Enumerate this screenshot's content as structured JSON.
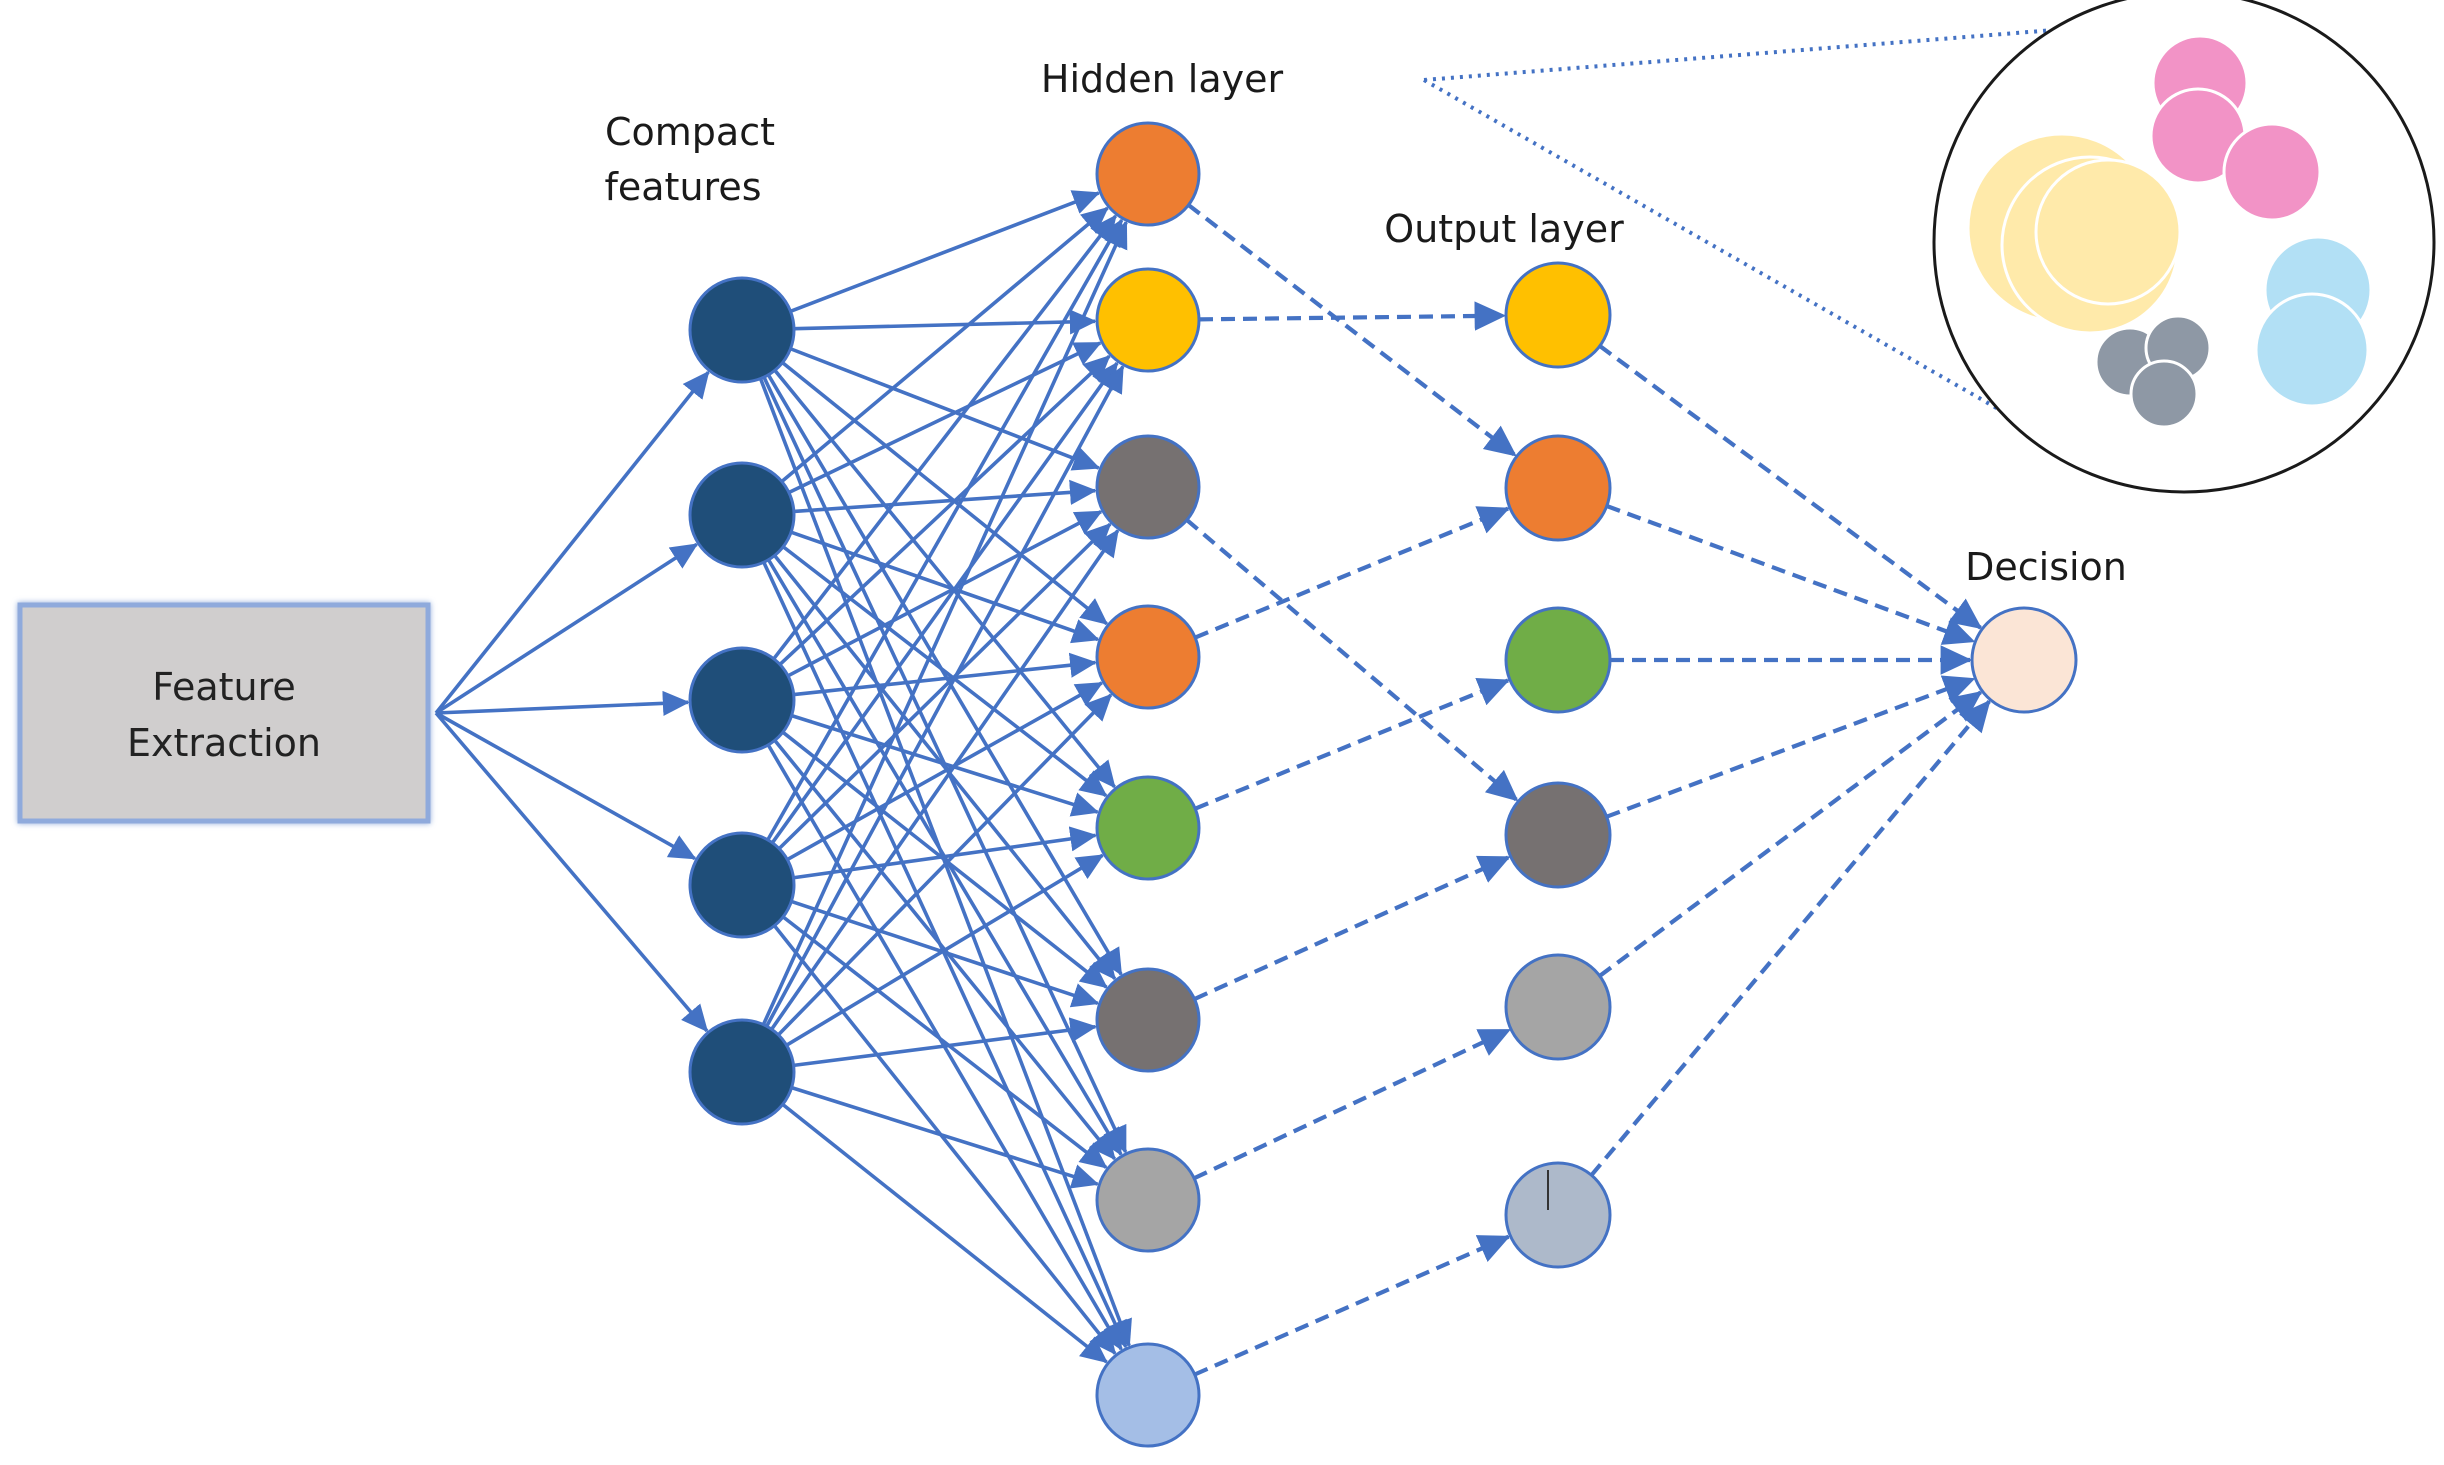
{
  "labels": {
    "feature_extraction_line1": "Feature",
    "feature_extraction_line2": "Extraction",
    "compact_line1": "Compact",
    "compact_line2": "features",
    "hidden_layer": "Hidden layer",
    "output_layer": "Output layer",
    "decision": "Decision"
  },
  "colors": {
    "edge": "#4472C4",
    "feature_node": "#1F4E79",
    "box_fill": "#D0CECE",
    "box_border": "#8FAADC",
    "decision_fill": "#FBE5D6",
    "cluster_yellow": "#FFD966",
    "cluster_pink": "#EC5AA8",
    "cluster_blue": "#7FCDEF",
    "cluster_navy": "#44546A"
  },
  "layers": {
    "compact_features": {
      "count": 5,
      "color": "#1F4E79"
    },
    "hidden": [
      "#ED7D31",
      "#FFC000",
      "#767171",
      "#ED7D31",
      "#70AD47",
      "#767171",
      "#A5A5A5",
      "#A4BEE6"
    ],
    "output": [
      "#FFC000",
      "#ED7D31",
      "#70AD47",
      "#767171",
      "#A5A5A5",
      "#ADB9CA"
    ]
  },
  "hidden_to_output": [
    [
      0,
      1
    ],
    [
      1,
      0
    ],
    [
      2,
      3
    ],
    [
      3,
      1
    ],
    [
      4,
      2
    ],
    [
      5,
      3
    ],
    [
      6,
      4
    ],
    [
      7,
      5
    ]
  ]
}
